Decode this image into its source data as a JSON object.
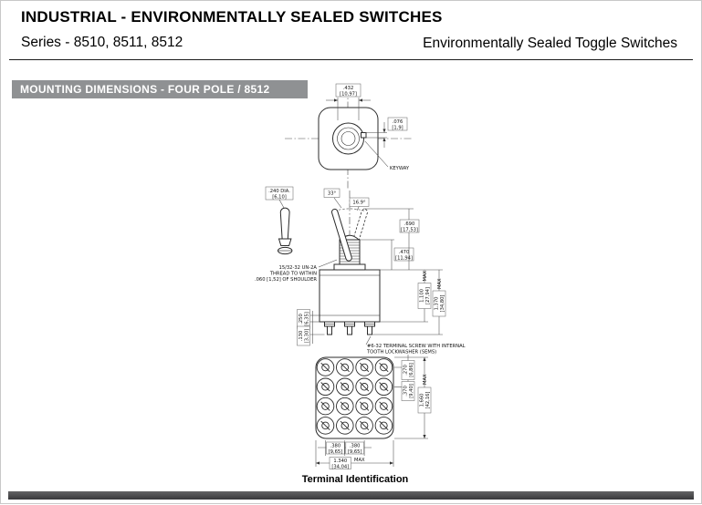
{
  "header": {
    "title": "INDUSTRIAL - ENVIRONMENTALLY SEALED SWITCHES",
    "series": "Series - 8510, 8511, 8512",
    "subtitle": "Environmentally Sealed Toggle Switches"
  },
  "banner": {
    "label": "MOUNTING DIMENSIONS - FOUR POLE / 8512"
  },
  "colors": {
    "banner_bg": "#8f9193",
    "banner_text": "#ffffff",
    "footer_bar": "#4b4b4d",
    "drawing_line": "#2b2b2b"
  },
  "figure": {
    "caption": "Terminal Identification",
    "top_view": {
      "bushing_dia": {
        "in": ".432",
        "mm": "[10,97]"
      },
      "keyway_width": {
        "in": ".076",
        "mm": "[1,9]"
      },
      "keyway_label": "KEYWAY"
    },
    "lever_detail": {
      "dia": {
        "in": ".240 DIA.",
        "mm": "[6,10]"
      }
    },
    "front_view": {
      "throw_angle": "33°",
      "half_throw_angle": "16.9°",
      "thread_note": [
        "15/32-32 UN-2A",
        "THREAD TO WITHIN",
        ".060 [1,52] OF SHOULDER"
      ],
      "screw_note": [
        "#6-32 TERMINAL SCREW WITH INTERNAL",
        "TOOTH LOCKWASHER (SEMS)"
      ],
      "lever_height": {
        "in": ".690",
        "mm": "[17,53]"
      },
      "bushing_height": {
        "in": ".470",
        "mm": "[11,94]"
      },
      "body_height": {
        "in": "1.100",
        "mm": "[27,94]",
        "suffix": "MAX"
      },
      "overall_height": {
        "in": "1.370",
        "mm": "[34,80]",
        "suffix": "MAX"
      },
      "terminal_offset": {
        "in": ".250",
        "mm": "[6,35]"
      },
      "terminal_depth": {
        "in": ".130",
        "mm": "[3,30]"
      }
    },
    "terminal_view": {
      "col_pitch_1": {
        "in": ".380",
        "mm": "[9,65]"
      },
      "col_pitch_2": {
        "in": ".380",
        "mm": "[9,65]"
      },
      "overall_width": {
        "in": "1.340",
        "mm": "[34,04]",
        "suffix": "MAX"
      },
      "row_offset": {
        "in": ".270",
        "mm": "[6,86]"
      },
      "row_pitch": {
        "in": ".370",
        "mm": "[9,40]"
      },
      "overall_height": {
        "in": "1.660",
        "mm": "[42,16]",
        "suffix": "MAX"
      }
    }
  }
}
